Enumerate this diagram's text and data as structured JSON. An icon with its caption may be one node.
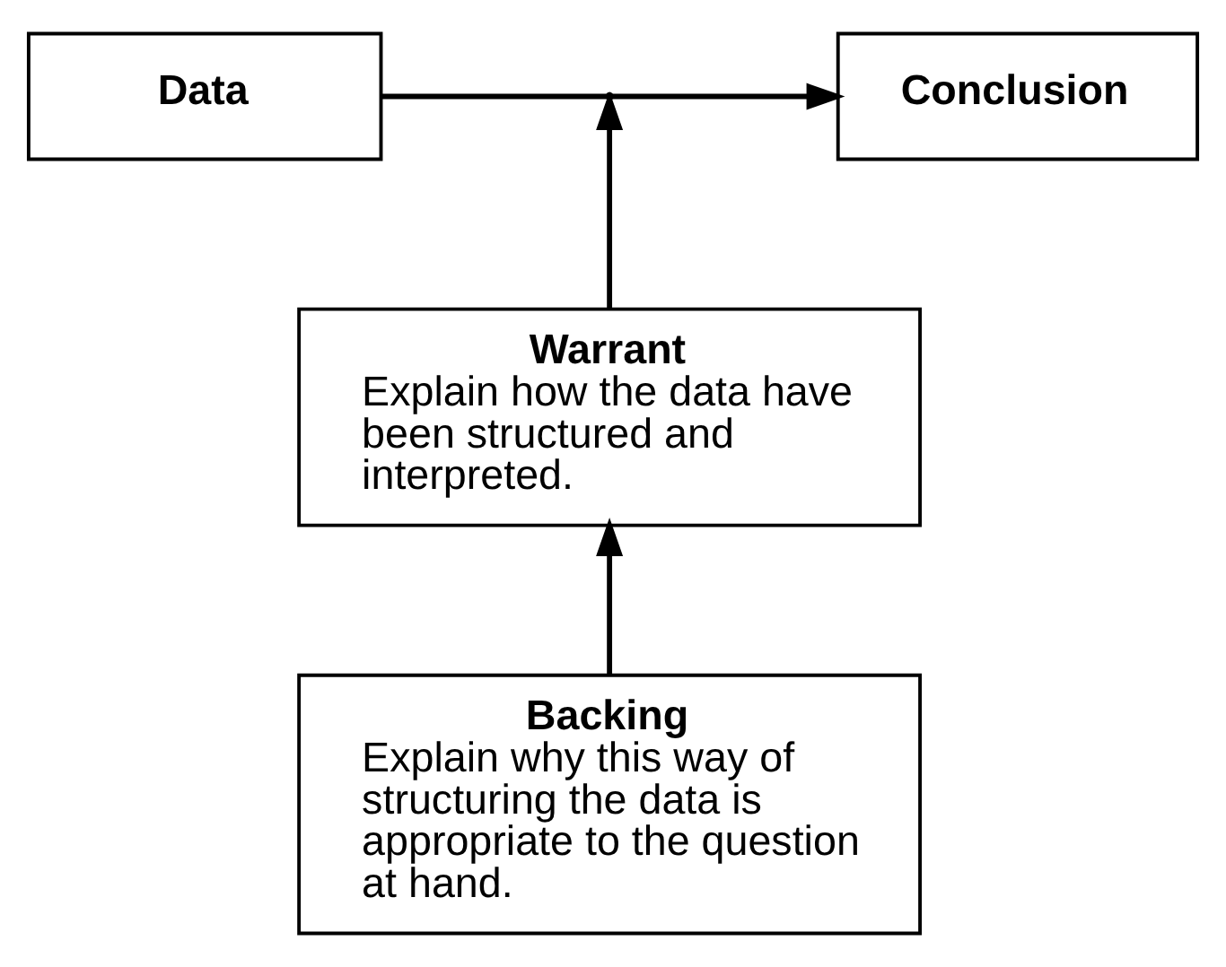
{
  "diagram": {
    "nodes": [
      {
        "text": [
          "Data"
        ]
      },
      {
        "text": [
          "Conclusion"
        ]
      },
      {
        "text": [
          "Warrant",
          "Explain how the data have been structured and interpreted."
        ]
      },
      {
        "text": [
          "Backing",
          "Explain why this way of structuring the data is appropriate to the question at hand."
        ]
      }
    ],
    "edges": [
      {
        "from": 0,
        "to": 1,
        "arrow": "to"
      },
      {
        "from": 2,
        "to": null,
        "arrow": "to"
      },
      {
        "from": 3,
        "to": 2,
        "arrow": "to"
      }
    ]
  }
}
